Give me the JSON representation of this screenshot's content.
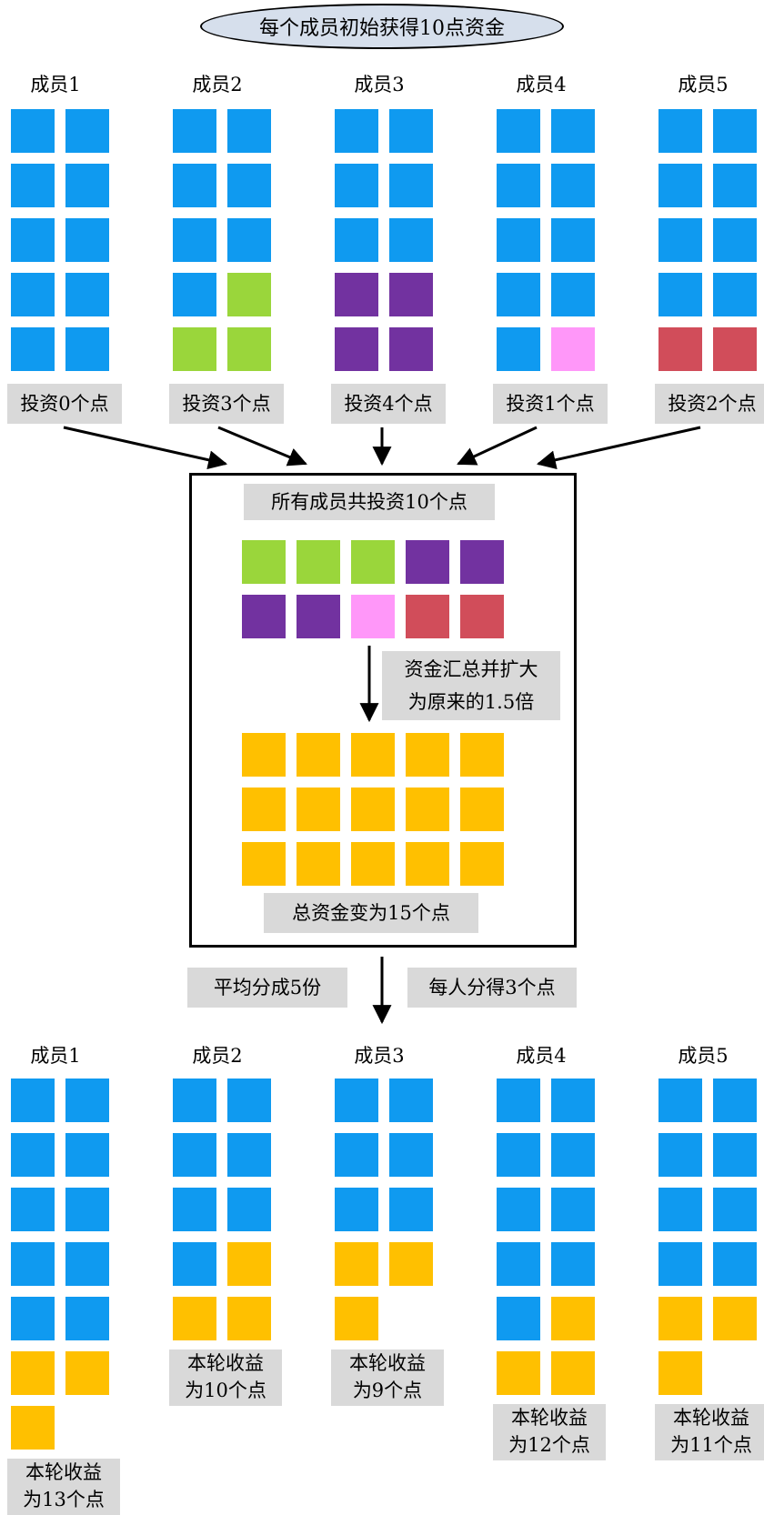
{
  "title": "每个成员初始获得10点资金",
  "colors": {
    "blue": "#0f9af0",
    "green": "#9ad63b",
    "purple": "#7232a0",
    "pink": "#ff97f9",
    "red": "#d14d5a",
    "gold": "#ffc000",
    "label_bg": "#d9d9d9",
    "title_bg": "#d6dfec"
  },
  "top_members": [
    {
      "name": "成员1",
      "invest_label": "投资0个点",
      "cells": [
        "blue",
        "blue",
        "blue",
        "blue",
        "blue",
        "blue",
        "blue",
        "blue",
        "blue",
        "blue"
      ]
    },
    {
      "name": "成员2",
      "invest_label": "投资3个点",
      "cells": [
        "blue",
        "blue",
        "blue",
        "blue",
        "blue",
        "blue",
        "blue",
        "green",
        "green",
        "green"
      ]
    },
    {
      "name": "成员3",
      "invest_label": "投资4个点",
      "cells": [
        "blue",
        "blue",
        "blue",
        "blue",
        "blue",
        "blue",
        "purple",
        "purple",
        "purple",
        "purple"
      ]
    },
    {
      "name": "成员4",
      "invest_label": "投资1个点",
      "cells": [
        "blue",
        "blue",
        "blue",
        "blue",
        "blue",
        "blue",
        "blue",
        "blue",
        "blue",
        "pink"
      ]
    },
    {
      "name": "成员5",
      "invest_label": "投资2个点",
      "cells": [
        "blue",
        "blue",
        "blue",
        "blue",
        "blue",
        "blue",
        "blue",
        "blue",
        "red",
        "red"
      ]
    }
  ],
  "pool": {
    "heading": "所有成员共投资10个点",
    "cells": [
      "green",
      "green",
      "green",
      "purple",
      "purple",
      "purple",
      "purple",
      "pink",
      "red",
      "red"
    ],
    "multiply_note_line1": "资金汇总并扩大",
    "multiply_note_line2": "为原来的1.5倍",
    "total_cells": 15,
    "total_label": "总资金变为15个点"
  },
  "distribution": {
    "left_label": "平均分成5份",
    "right_label": "每人分得3个点"
  },
  "bottom_members": [
    {
      "name": "成员1",
      "blue": 10,
      "gold": 3,
      "gain_line1": "本轮收益",
      "gain_line2": "为13个点"
    },
    {
      "name": "成员2",
      "blue": 7,
      "gold": 3,
      "gain_line1": "本轮收益",
      "gain_line2": "为10个点"
    },
    {
      "name": "成员3",
      "blue": 6,
      "gold": 3,
      "gain_line1": "本轮收益",
      "gain_line2": "为9个点"
    },
    {
      "name": "成员4",
      "blue": 9,
      "gold": 3,
      "gain_line1": "本轮收益",
      "gain_line2": "为12个点"
    },
    {
      "name": "成员5",
      "blue": 8,
      "gold": 3,
      "gain_line1": "本轮收益",
      "gain_line2": "为11个点"
    }
  ]
}
